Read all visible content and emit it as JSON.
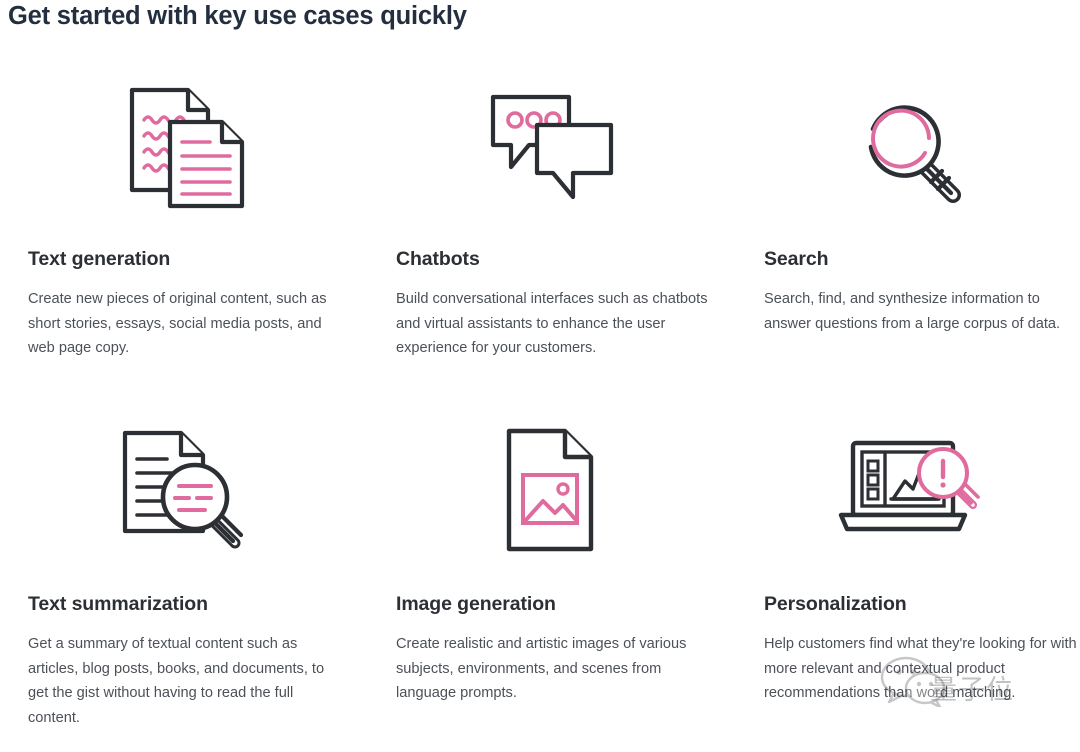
{
  "page": {
    "title": "Get started with key use cases quickly",
    "background_color": "#ffffff",
    "title_color": "#232f3e",
    "accent_pink": "#e06c9f",
    "ink_dark": "#2c2f33",
    "body_text_color": "#4c5158"
  },
  "cards": [
    {
      "id": "text-generation",
      "icon": "two-documents-with-text-icon",
      "title": "Text generation",
      "description": "Create new pieces of original content, such as short stories, essays, social media posts, and web page copy."
    },
    {
      "id": "chatbots",
      "icon": "two-speech-bubbles-icon",
      "title": "Chatbots",
      "description": "Build conversational interfaces such as chatbots and virtual assistants to enhance the user experience for your customers."
    },
    {
      "id": "search",
      "icon": "magnifying-glass-icon",
      "title": "Search",
      "description": "Search, find, and synthesize information to answer questions from a large corpus of data."
    },
    {
      "id": "text-summarization",
      "icon": "document-with-magnifier-icon",
      "title": "Text summarization",
      "description": "Get a summary of textual content such as articles, blog posts, books, and documents, to get the gist without having to read the full content."
    },
    {
      "id": "image-generation",
      "icon": "document-with-picture-icon",
      "title": "Image generation",
      "description": "Create realistic and artistic images of various subjects, environments, and scenes from language prompts."
    },
    {
      "id": "personalization",
      "icon": "laptop-chart-with-magnifier-icon",
      "title": "Personalization",
      "description": "Help customers find what they're looking for with more relevant and contextual product recommendations than word matching."
    }
  ],
  "watermark": {
    "logo": "wechat-logo",
    "text": "量子位"
  }
}
